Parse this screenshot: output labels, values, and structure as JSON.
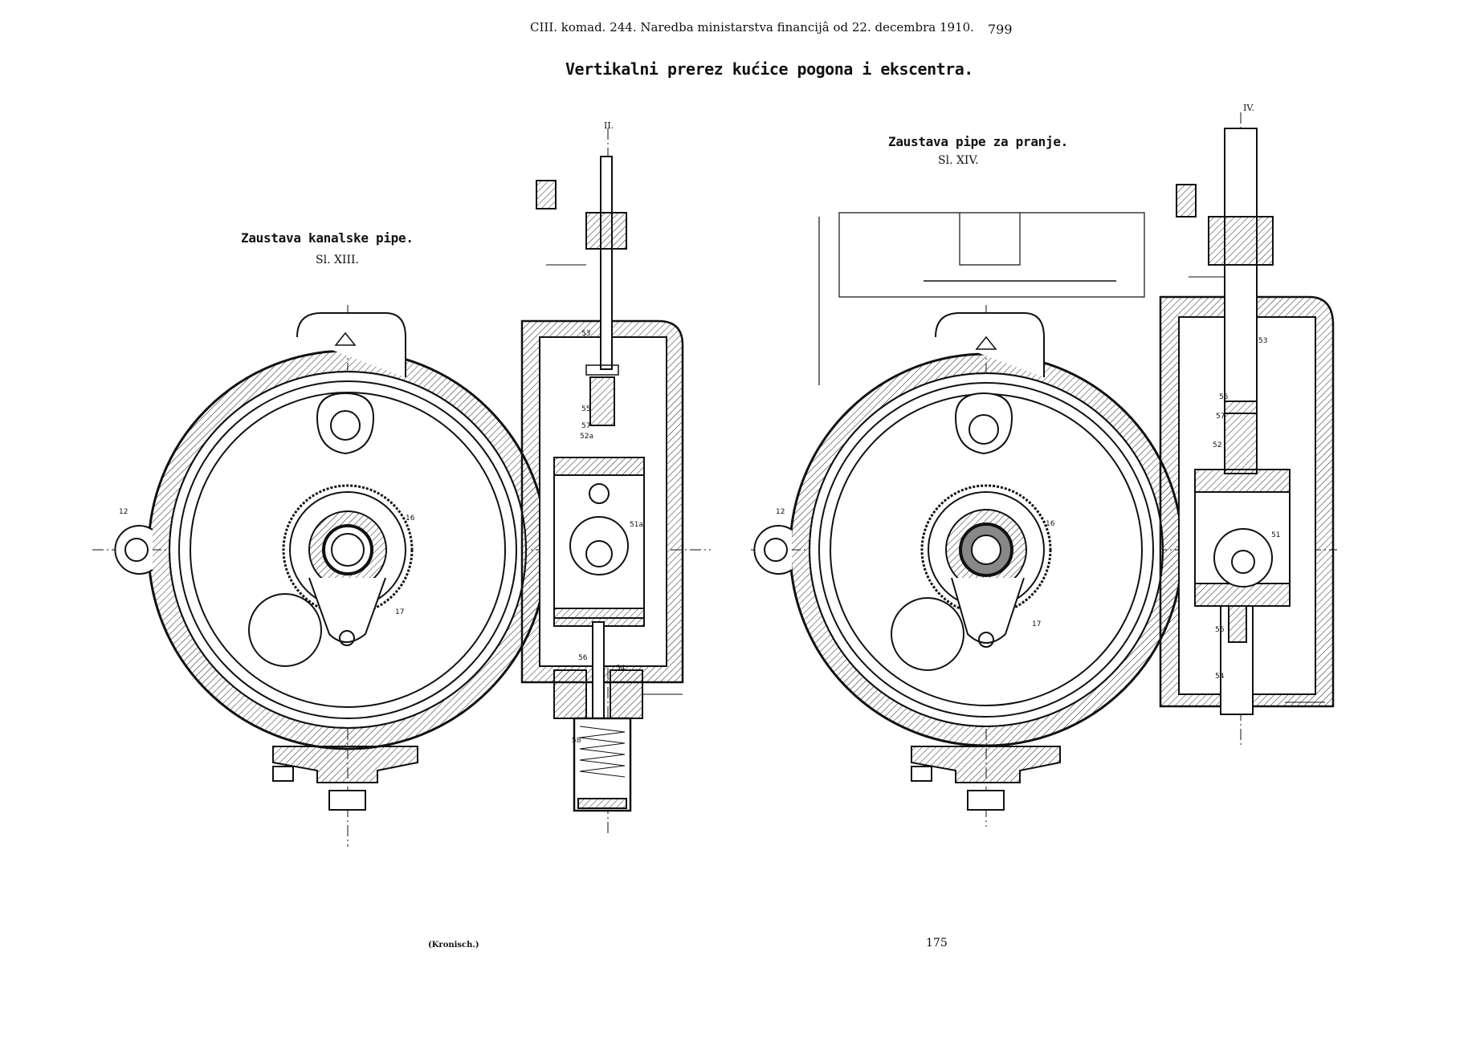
{
  "header": {
    "gazette_line": "CIII. komad. 244. Naredba ministarstva financijâ od 22. decembra 1910.",
    "page_number": "799"
  },
  "title": "Vertikalni prerez kućice pogona i ekscentra.",
  "figures": [
    {
      "title": "Zaustava kanalske pipe.",
      "number": "Sl. XIII.",
      "section_mark": "II.",
      "part_labels": [
        "12",
        "16",
        "17",
        "53",
        "55",
        "57",
        "52a",
        "51a",
        "56",
        "54",
        "58"
      ]
    },
    {
      "title": "Zaustava pipe za pranje.",
      "number": "Sl. XIV.",
      "section_mark": "IV.",
      "part_labels": [
        "12",
        "16",
        "17",
        "53",
        "55",
        "57",
        "52",
        "51",
        "56",
        "54"
      ]
    }
  ],
  "footer": {
    "printer": "(Kronisch.)",
    "sheet_number": "175"
  },
  "colors": {
    "ink": "#111111",
    "paper": "#ffffff"
  }
}
